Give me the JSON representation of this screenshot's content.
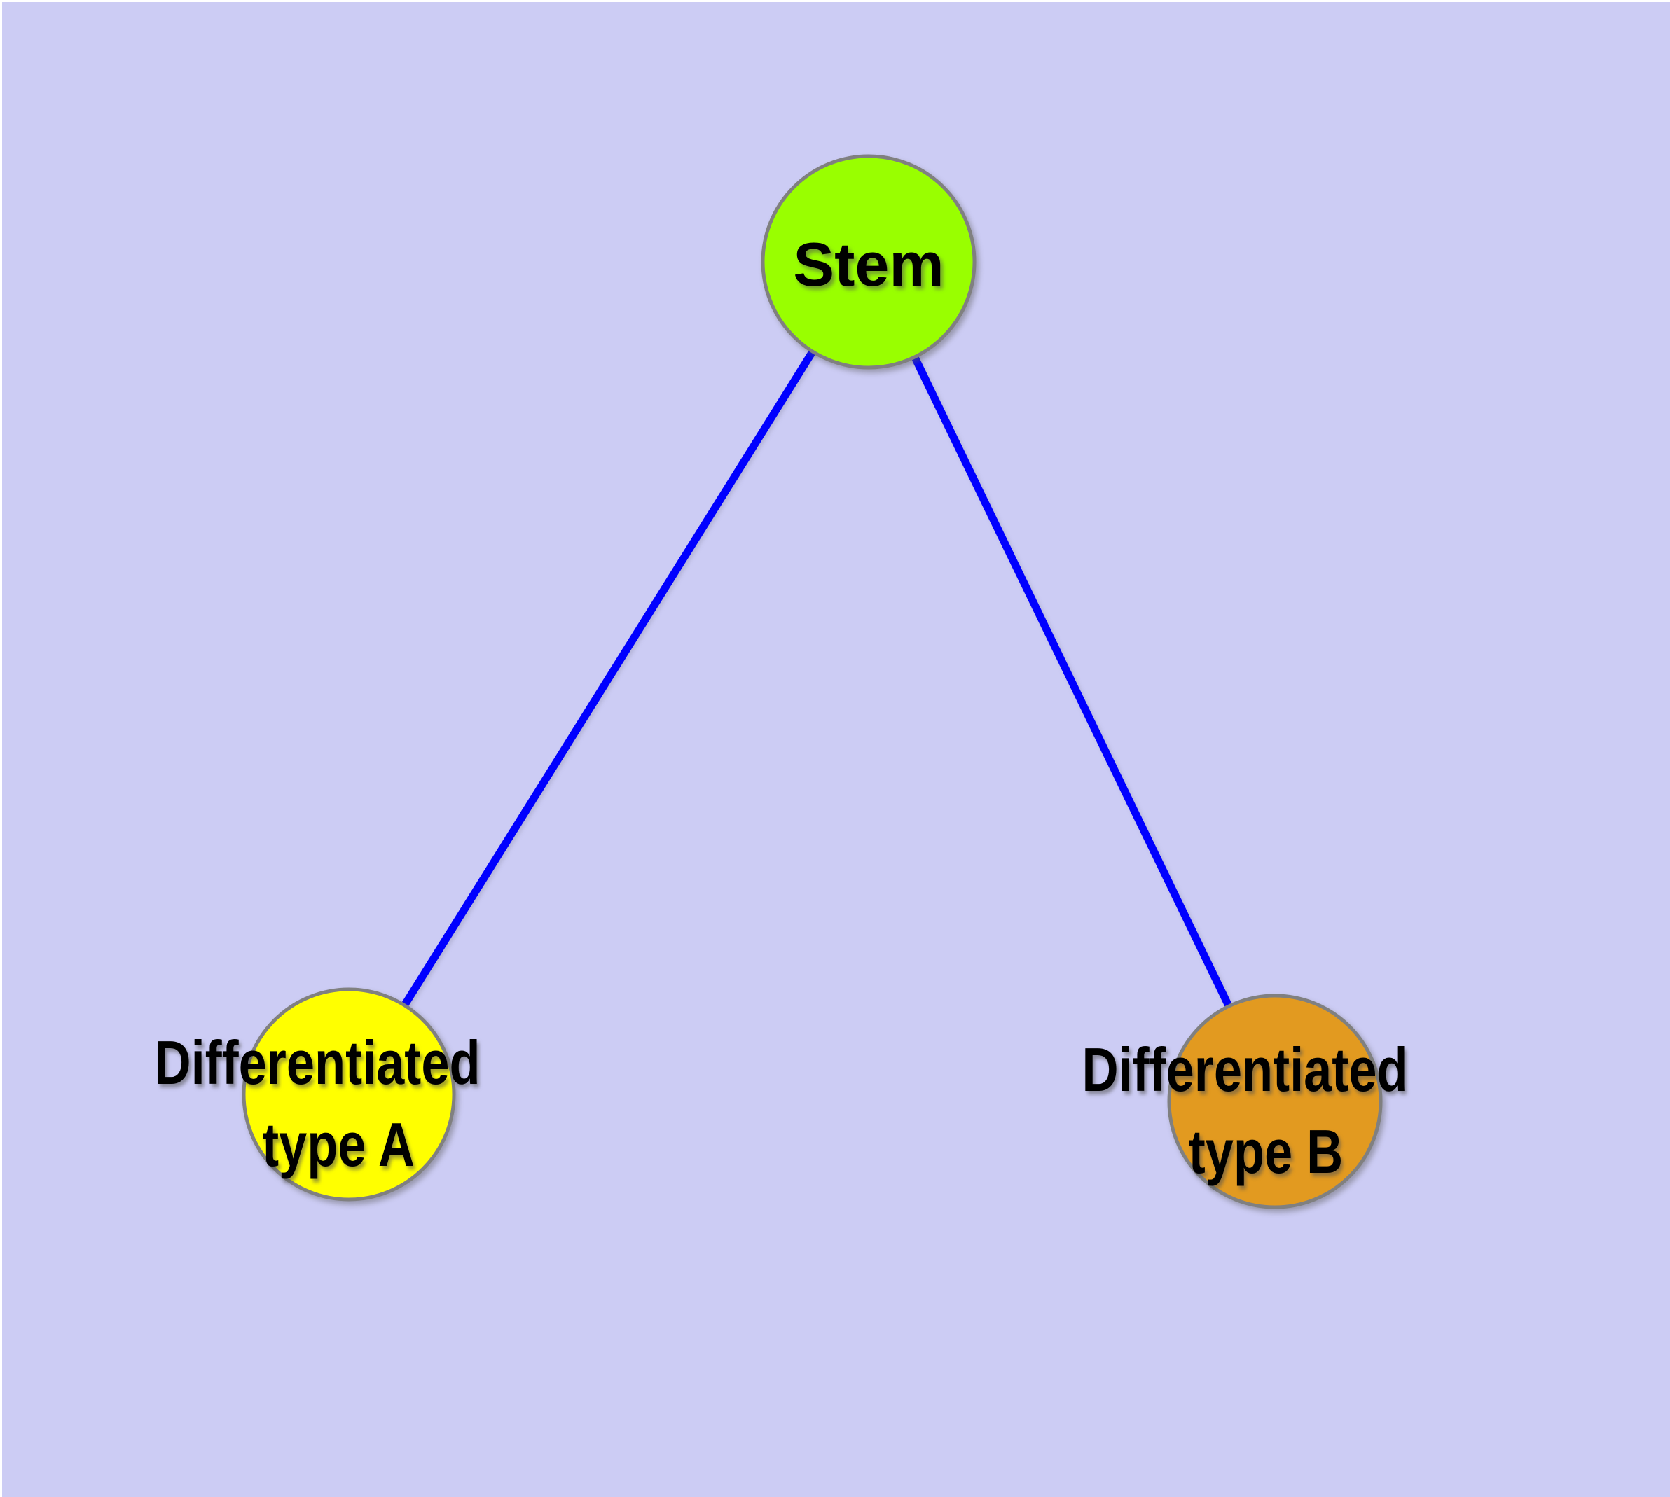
{
  "diagram": {
    "type": "node-link-graph",
    "background_color": "#CCCCF4",
    "frame_border_color": "#FFFFFF",
    "edge_color": "#0000FF",
    "node_border_color": "#808080",
    "label_color": "#000000",
    "nodes": {
      "stem": {
        "label": "Stem",
        "fill": "#99FF00"
      },
      "type_a": {
        "label_line1": "Differentiated",
        "label_line2": "type A",
        "fill": "#FFFF00"
      },
      "type_b": {
        "label_line1": "Differentiated",
        "label_line2": "type B",
        "fill": "#E29A20"
      }
    },
    "edges": [
      {
        "from": "stem",
        "to": "type_a"
      },
      {
        "from": "stem",
        "to": "type_b"
      }
    ]
  }
}
